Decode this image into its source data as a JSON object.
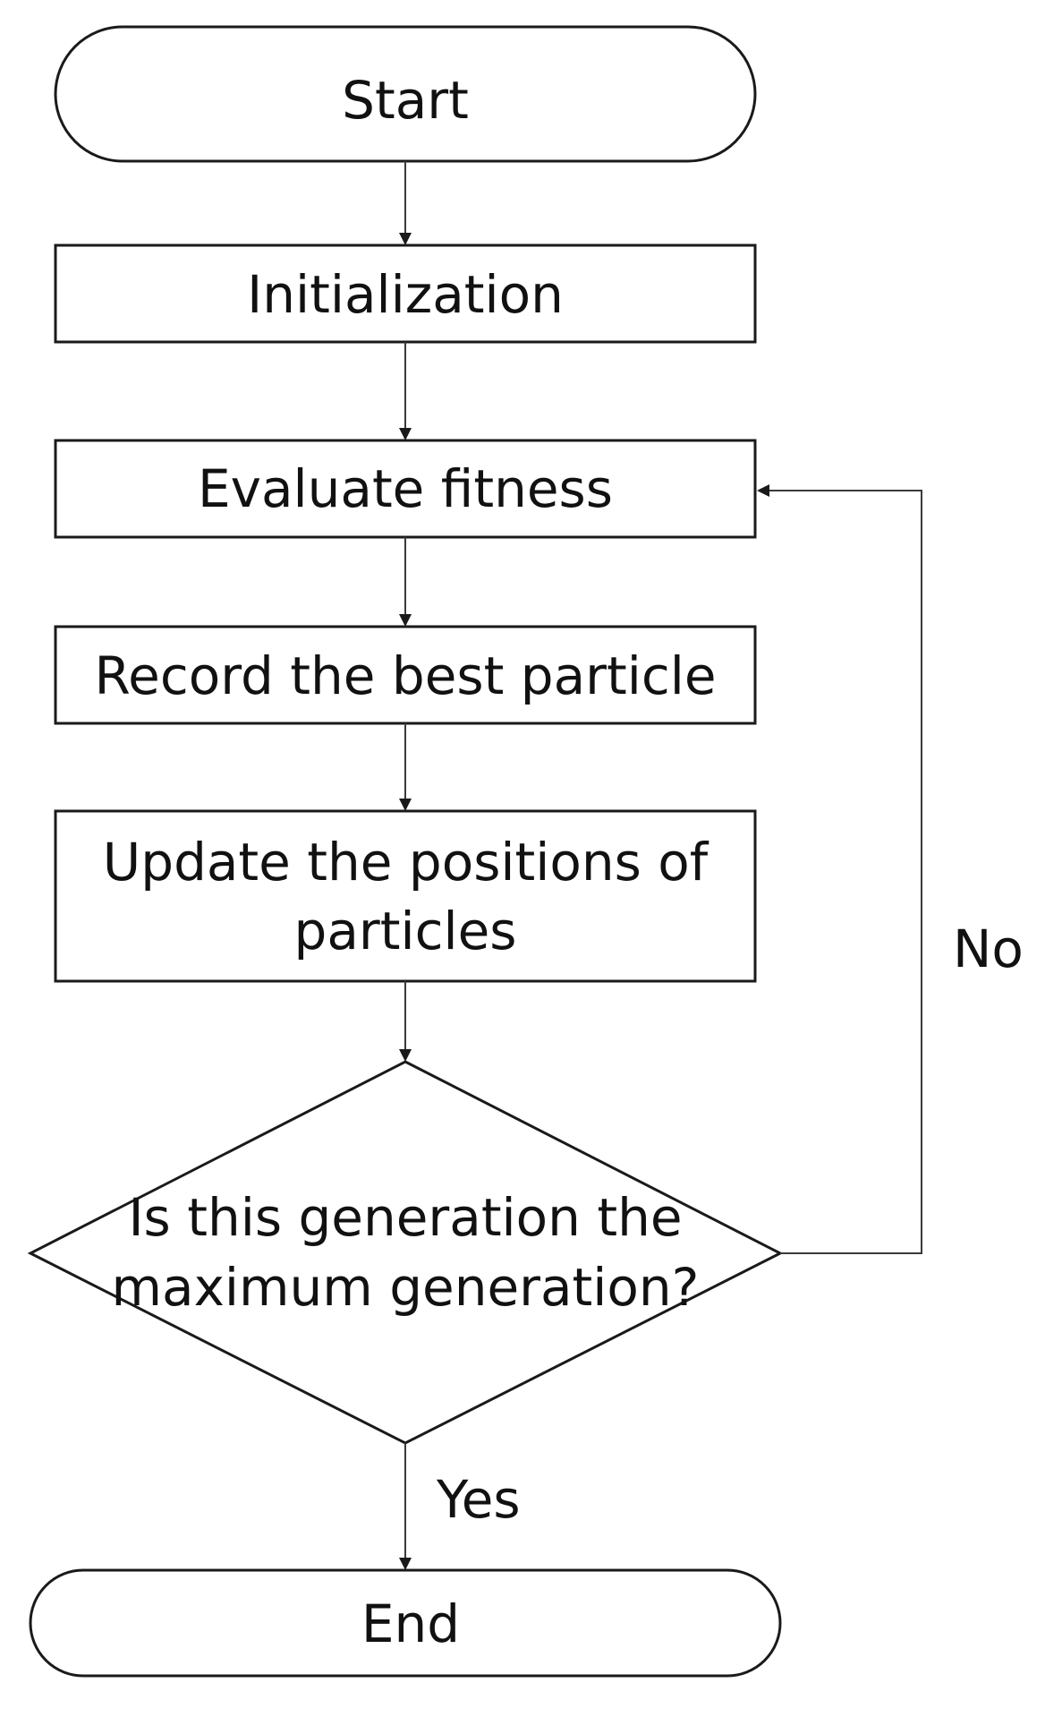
{
  "diagram": {
    "nodes": {
      "start": "Start",
      "init": "Initialization",
      "evaluate": "Evaluate fitness",
      "record": "Record the best particle",
      "update": {
        "line1": "Update the positions of",
        "line2": "particles"
      },
      "decision": {
        "line1": "Is this generation the",
        "line2": "maximum generation?"
      },
      "end": "End"
    },
    "edges": {
      "no_label": "No",
      "yes_label": "Yes"
    }
  }
}
